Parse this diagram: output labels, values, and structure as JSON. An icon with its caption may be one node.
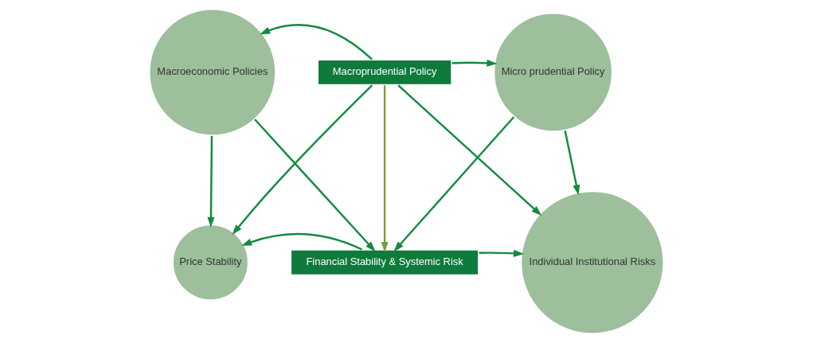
{
  "diagram": {
    "nodes": [
      {
        "text": [
          "Macroeconomic Policies"
        ]
      },
      {
        "text": [
          "Macroprudential Policy"
        ]
      },
      {
        "text": [
          "Micro prudential Policy"
        ]
      },
      {
        "text": [
          "Price Stability"
        ]
      },
      {
        "text": [
          "Financial Stability & Systemic Risk"
        ]
      },
      {
        "text": [
          "Individual Institutional Risks"
        ]
      }
    ],
    "edges": [
      {
        "from": 1,
        "to": 0,
        "arrow": "to"
      },
      {
        "from": 1,
        "to": 2,
        "arrow": "to"
      },
      {
        "from": 1,
        "to": 4,
        "arrow": "to",
        "color": "#7f9a3a"
      },
      {
        "from": 1,
        "to": 3,
        "arrow": "to"
      },
      {
        "from": 1,
        "to": 5,
        "arrow": "to"
      },
      {
        "from": 0,
        "to": 3,
        "arrow": "to"
      },
      {
        "from": 0,
        "to": 4,
        "arrow": "to"
      },
      {
        "from": 2,
        "to": 5,
        "arrow": "to"
      },
      {
        "from": 2,
        "to": 4,
        "arrow": "to"
      },
      {
        "from": 4,
        "to": 3,
        "arrow": "to"
      },
      {
        "from": 4,
        "to": 5,
        "arrow": "to"
      }
    ]
  }
}
